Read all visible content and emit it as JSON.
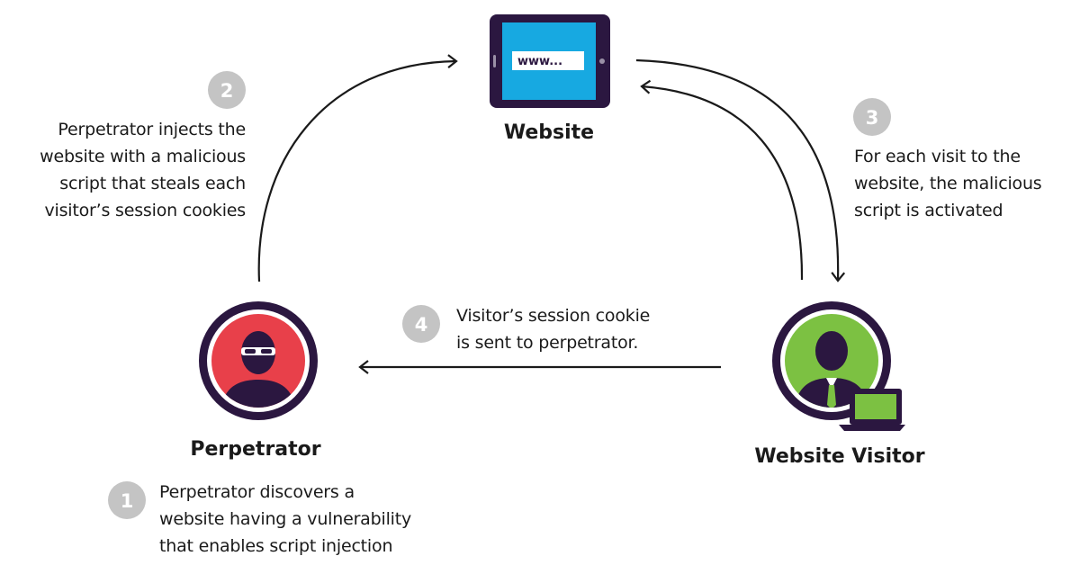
{
  "website": {
    "label": "Website",
    "url_text": "www..."
  },
  "perpetrator": {
    "label": "Perpetrator"
  },
  "visitor": {
    "label": "Website Visitor"
  },
  "steps": [
    {
      "number": "1",
      "lines": [
        "Perpetrator discovers a",
        "website having a vulnerability",
        "that enables script injection"
      ]
    },
    {
      "number": "2",
      "lines": [
        "Perpetrator injects the",
        "website with a malicious",
        "script that steals each",
        "visitor’s session cookies"
      ]
    },
    {
      "number": "3",
      "lines": [
        "For each visit to the",
        "website, the malicious",
        "script is activated"
      ]
    },
    {
      "number": "4",
      "lines": [
        "Visitor’s session cookie",
        "is sent to perpetrator."
      ]
    }
  ],
  "colors": {
    "frame": "#2b1740",
    "screen": "#17a9e1",
    "perpetrator_fill": "#e8404a",
    "visitor_fill": "#7cc142",
    "badge": "#c4c4c4",
    "arrow": "#1a1a1a"
  },
  "icons": {
    "website": "tablet-browser-icon",
    "perpetrator": "masked-hacker-icon",
    "visitor": "business-user-laptop-icon"
  }
}
